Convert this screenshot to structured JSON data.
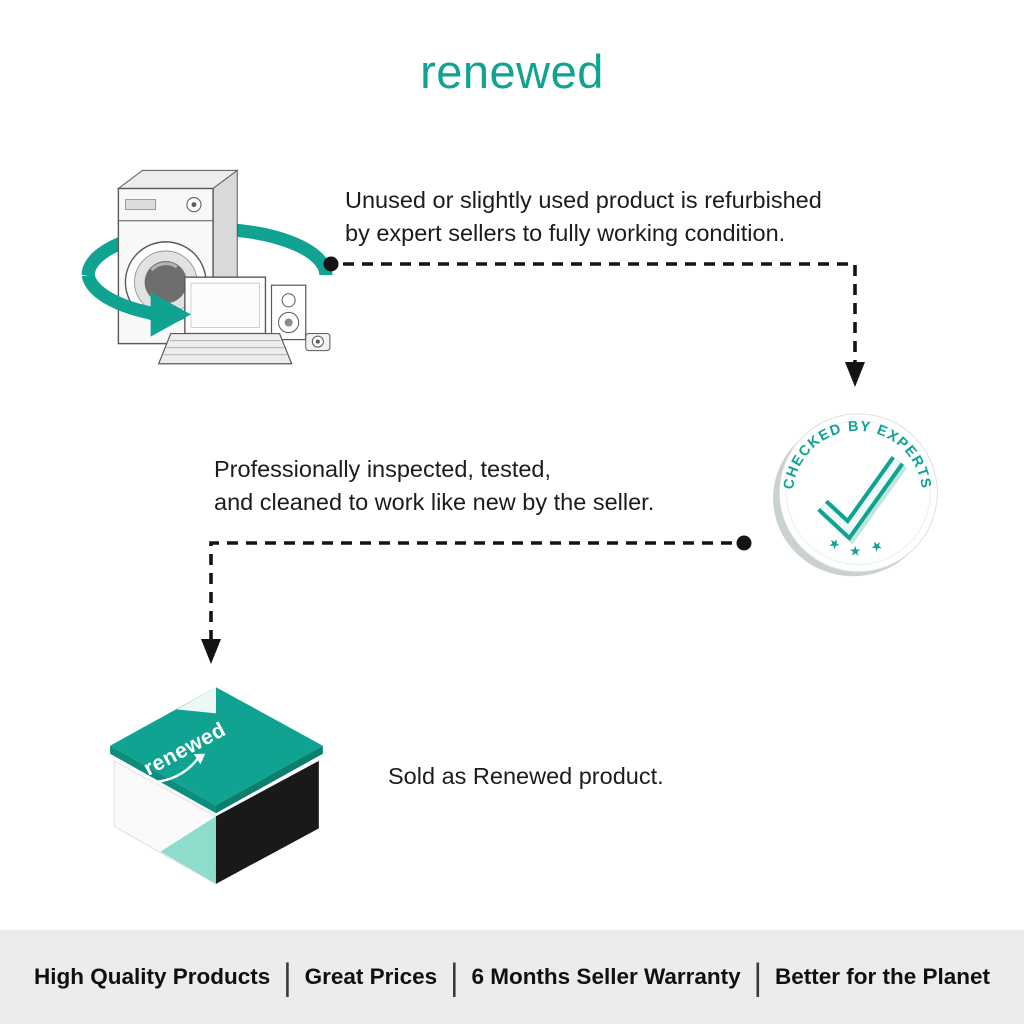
{
  "brand": {
    "title": "renewed",
    "accent_color": "#10a392",
    "mint_color": "#8edccb",
    "ink_color": "#1c1c1c"
  },
  "steps": {
    "refurbish": {
      "line1": "Unused or slightly used product is refurbished",
      "line2": "by expert sellers to fully working condition."
    },
    "inspect": {
      "line1": "Professionally inspected, tested,",
      "line2": "and cleaned to work like new by the seller."
    },
    "sold": {
      "line1": "Sold as Renewed product."
    }
  },
  "badge": {
    "arc_text": "CHECKED BY EXPERTS",
    "stars": "★ ★ ★"
  },
  "box": {
    "label": "renewed"
  },
  "icons": [
    "recycle-arrow-icon",
    "washing-machine-icon",
    "laptop-icon",
    "speaker-icon",
    "camera-icon",
    "checked-by-experts-badge",
    "checkmark-icon",
    "badge-stars",
    "renewed-box-icon"
  ],
  "footer": {
    "separator": "|",
    "items": [
      "High Quality Products",
      "Great Prices",
      "6 Months Seller Warranty",
      "Better for the Planet"
    ]
  }
}
